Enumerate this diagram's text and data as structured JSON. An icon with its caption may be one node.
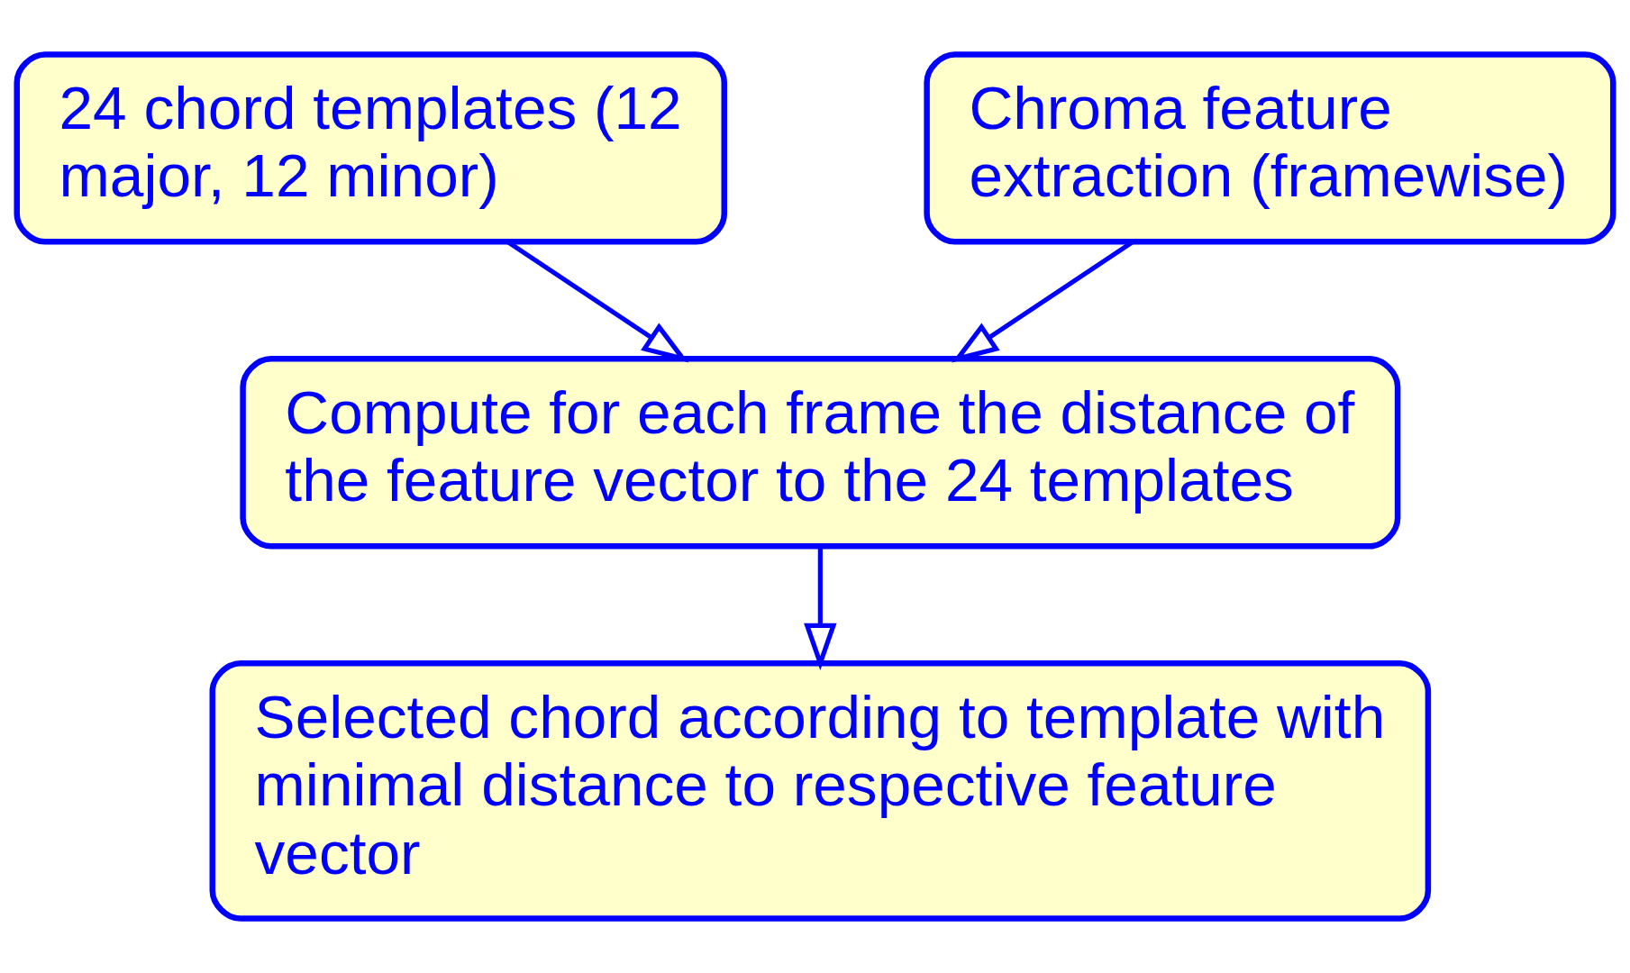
{
  "diagram": {
    "nodes": [
      {
        "text": [
          "24 chord templates (12 major, 12 minor)"
        ]
      },
      {
        "text": [
          "Chroma feature extraction (framewise)"
        ]
      },
      {
        "text": [
          "Compute for each frame the distance of the feature vector to the 24 templates"
        ]
      },
      {
        "text": [
          "Selected chord according to template with minimal distance to respective feature vector"
        ]
      }
    ],
    "edges": [
      {
        "from": 0,
        "to": 2,
        "arrow": "to"
      },
      {
        "from": 1,
        "to": 2,
        "arrow": "to"
      },
      {
        "from": 2,
        "to": 3,
        "arrow": "to"
      }
    ]
  }
}
